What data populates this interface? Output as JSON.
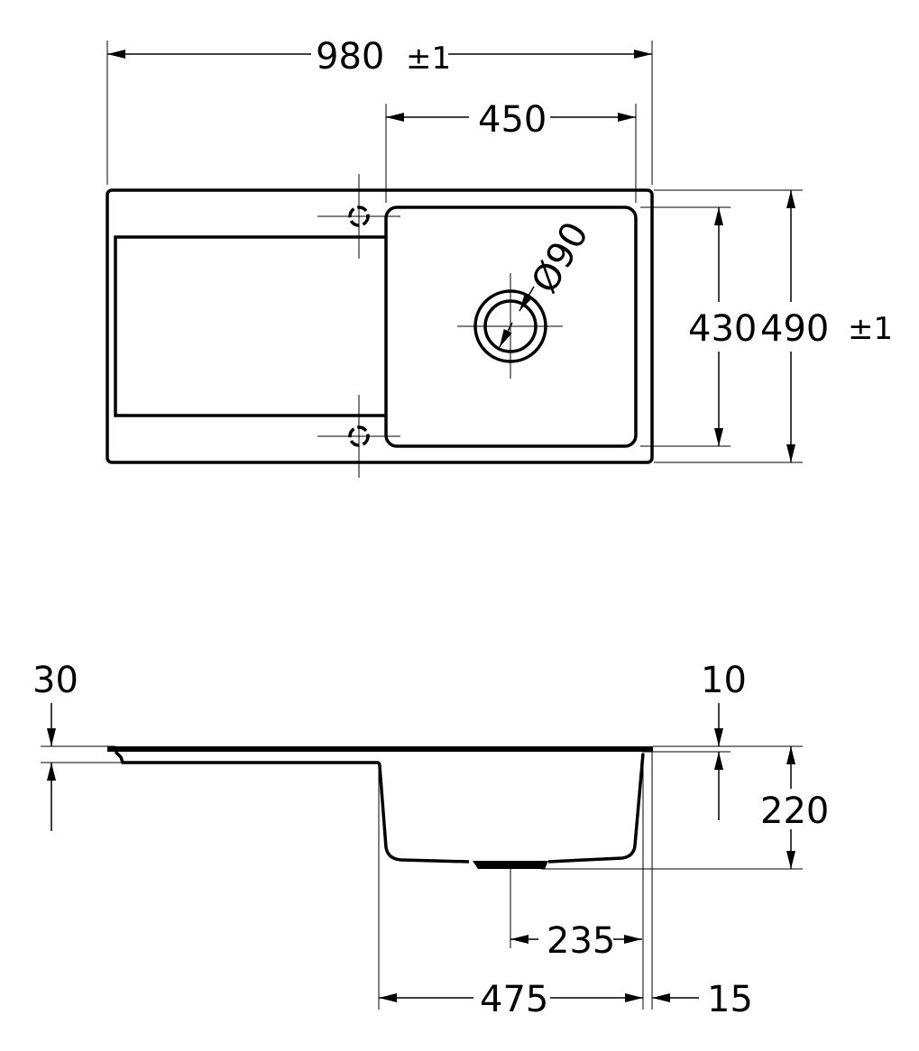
{
  "top_view": {
    "overall_width": "980",
    "overall_width_tolerance": "±1",
    "bowl_width": "450",
    "bowl_depth": "430",
    "overall_depth": "490",
    "overall_depth_tolerance": "±1",
    "drain_diameter": "Ø90"
  },
  "side_view": {
    "rim_thickness": "30",
    "flange_height": "10",
    "bowl_depth": "220",
    "drain_offset": "235",
    "bowl_length": "475",
    "edge_offset": "15"
  },
  "colors": {
    "line": "#000000",
    "background": "#ffffff"
  }
}
